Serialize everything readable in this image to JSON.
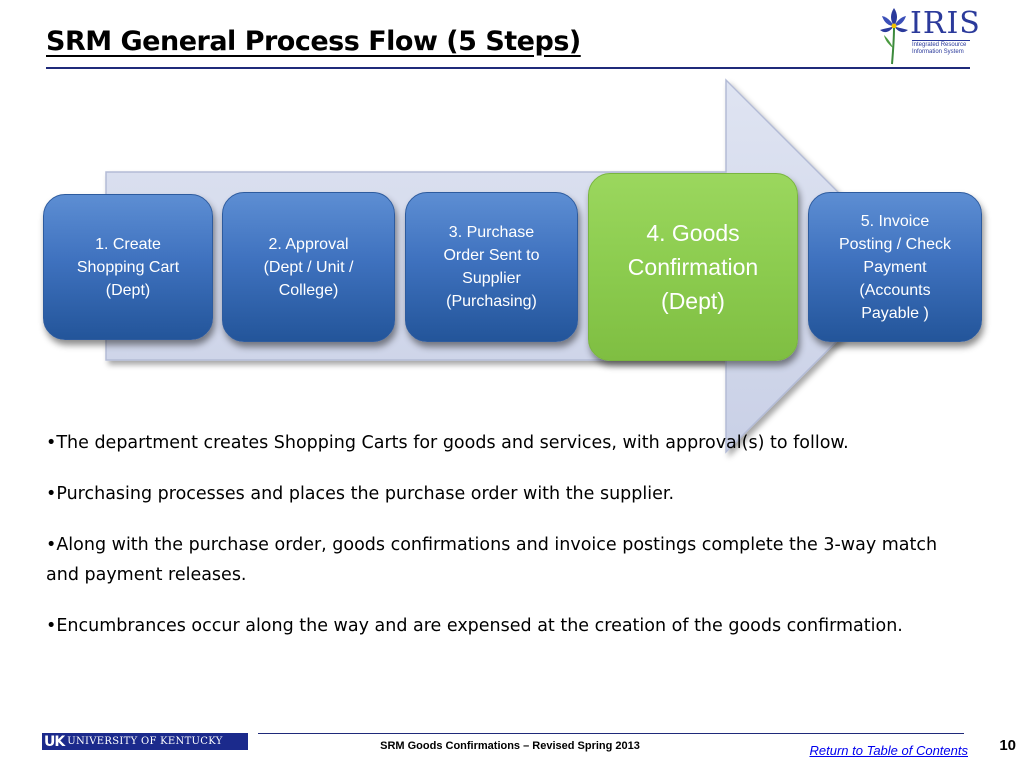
{
  "slide": {
    "title": "SRM General Process Flow (5 Steps)"
  },
  "logo": {
    "word": "IRIS",
    "subtitle_line1": "Integrated Resource",
    "subtitle_line2": "Information System",
    "icon": "iris-flower-icon"
  },
  "process": {
    "steps": [
      {
        "label": "1. Create\nShopping Cart\n(Dept)",
        "highlight": false
      },
      {
        "label": "2. Approval\n(Dept / Unit /\nCollege)",
        "highlight": false
      },
      {
        "label": "3. Purchase\nOrder Sent to\nSupplier\n(Purchasing)",
        "highlight": false
      },
      {
        "label": "4. Goods\nConfirmation\n(Dept)",
        "highlight": true
      },
      {
        "label": "5. Invoice\nPosting / Check\nPayment\n(Accounts\nPayable )",
        "highlight": false
      }
    ],
    "colors": {
      "step_blue": "#3f72bf",
      "step_green": "#8ccc4f",
      "arrow_fill": "#d3d9ec"
    }
  },
  "bullets": [
    "The department creates Shopping Carts for goods and services, with approval(s) to follow.",
    "Purchasing processes and places the purchase order with the supplier.",
    "Along with the purchase order, goods confirmations and invoice postings complete the 3-way match and payment releases.",
    "Encumbrances occur along the way and are expensed at the creation of the goods confirmation."
  ],
  "footer": {
    "university_mark": "UK",
    "university_name": "UNIVERSITY OF KENTUCKY",
    "center_text": "SRM Goods Confirmations – Revised Spring 2013",
    "link_text": "Return to Table of Contents",
    "page_number": "10"
  }
}
